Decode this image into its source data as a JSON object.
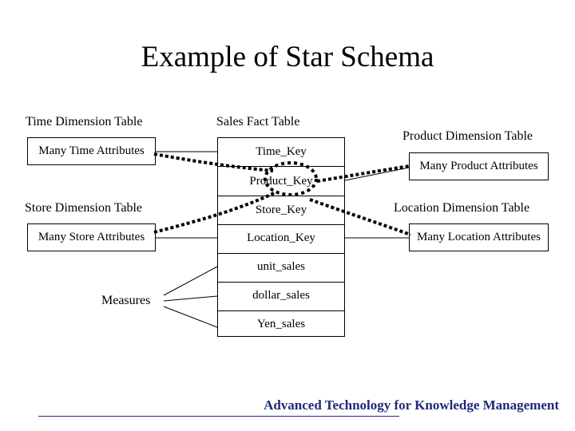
{
  "title": "Example of Star Schema",
  "time_dimension": {
    "title": "Time Dimension Table",
    "attributes": "Many Time Attributes"
  },
  "store_dimension": {
    "title": "Store Dimension Table",
    "attributes": "Many Store Attributes"
  },
  "product_dimension": {
    "title": "Product Dimension Table",
    "attributes": "Many Product Attributes"
  },
  "location_dimension": {
    "title": "Location Dimension Table",
    "attributes": "Many Location Attributes"
  },
  "fact_table": {
    "title": "Sales Fact Table",
    "keys": [
      "Time_Key",
      "Product_Key",
      "Store_Key",
      "Location_Key"
    ],
    "measures": [
      "unit_sales",
      "dollar_sales",
      "Yen_sales"
    ]
  },
  "measures_label": "Measures",
  "footer": "Advanced Technology for Knowledge Management"
}
